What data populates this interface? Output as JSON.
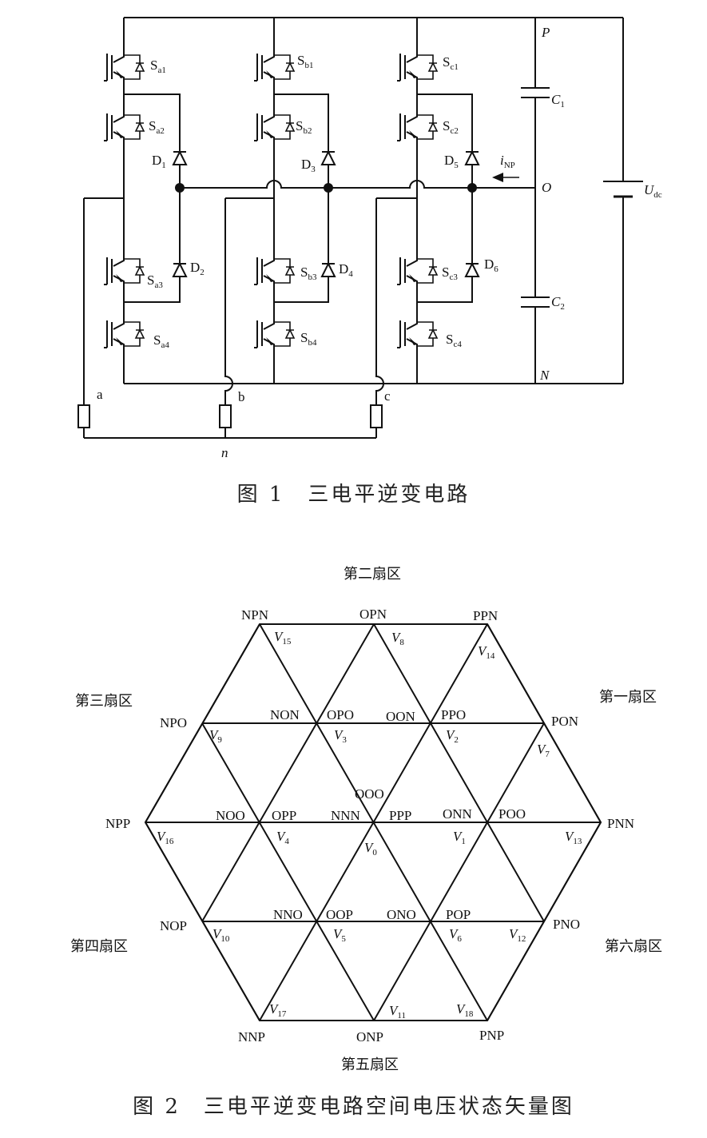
{
  "figure1": {
    "caption": "图 1　三电平逆变电路",
    "switch_labels": {
      "sa1": "S",
      "sa1_sub": "a1",
      "sa2": "S",
      "sa2_sub": "a2",
      "sa3": "S",
      "sa3_sub": "a3",
      "sa4": "S",
      "sa4_sub": "a4",
      "sb1": "S",
      "sb1_sub": "b1",
      "sb2": "S",
      "sb2_sub": "b2",
      "sb3": "S",
      "sb3_sub": "b3",
      "sb4": "S",
      "sb4_sub": "b4",
      "sc1": "S",
      "sc1_sub": "c1",
      "sc2": "S",
      "sc2_sub": "c2",
      "sc3": "S",
      "sc3_sub": "c3",
      "sc4": "S",
      "sc4_sub": "c4"
    },
    "diode_labels": {
      "d1": "D",
      "d1_sub": "1",
      "d2": "D",
      "d2_sub": "2",
      "d3": "D",
      "d3_sub": "3",
      "d4": "D",
      "d4_sub": "4",
      "d5": "D",
      "d5_sub": "5",
      "d6": "D",
      "d6_sub": "6"
    },
    "nodes": {
      "p": "P",
      "o": "O",
      "n_bus": "N",
      "n_load": "n",
      "a": "a",
      "b": "b",
      "c": "c"
    },
    "capacitors": {
      "c1": "C",
      "c1_sub": "1",
      "c2": "C",
      "c2_sub": "2"
    },
    "source": {
      "u": "U",
      "u_sub": "dc"
    },
    "current": {
      "i": "i",
      "i_sub": "NP"
    }
  },
  "figure2": {
    "caption": "图 2　三电平逆变电路空间电压状态矢量图",
    "sectors": {
      "s1": "第一扇区",
      "s2": "第二扇区",
      "s3": "第三扇区",
      "s4": "第四扇区",
      "s5": "第五扇区",
      "s6": "第六扇区"
    },
    "states": {
      "npn": "NPN",
      "opn": "OPN",
      "ppn": "PPN",
      "npo": "NPO",
      "non": "NON",
      "opo": "OPO",
      "oon": "OON",
      "ppo": "PPO",
      "pon": "PON",
      "ooo": "OOO",
      "npp": "NPP",
      "noo": "NOO",
      "opp": "OPP",
      "nnn": "NNN",
      "ppp": "PPP",
      "onn": "ONN",
      "poo": "POO",
      "pnn": "PNN",
      "nop": "NOP",
      "nno": "NNO",
      "oop": "OOP",
      "ono": "ONO",
      "pop": "POP",
      "pno": "PNO",
      "nnp": "NNP",
      "onp": "ONP",
      "pnp": "PNP"
    },
    "vectors": {
      "v0": "0",
      "v1": "1",
      "v2": "2",
      "v3": "3",
      "v4": "4",
      "v5": "5",
      "v6": "6",
      "v7": "7",
      "v8": "8",
      "v9": "9",
      "v10": "10",
      "v11": "11",
      "v12": "12",
      "v13": "13",
      "v14": "14",
      "v15": "15",
      "v16": "16",
      "v17": "17",
      "v18": "18",
      "letter": "V"
    }
  }
}
